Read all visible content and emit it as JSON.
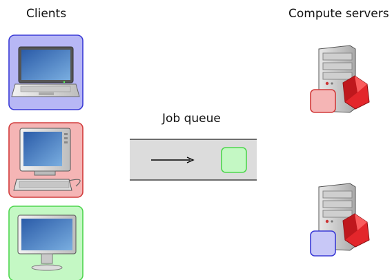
{
  "headings": {
    "clients": "Clients",
    "servers": "Compute servers",
    "queue": "Job queue"
  },
  "clients": [
    {
      "name": "client-laptop",
      "icon": "laptop-icon",
      "color": "#b7b7f5",
      "border": "#3b3bd6"
    },
    {
      "name": "client-desktop",
      "icon": "desktop-computer-icon",
      "color": "#f5b5b5",
      "border": "#d23b3b"
    },
    {
      "name": "client-monitor",
      "icon": "monitor-icon",
      "color": "#c4f8c4",
      "border": "#4fd64f"
    }
  ],
  "queue_job": {
    "color": "#c4f8c4",
    "border": "#4fd64f"
  },
  "servers": [
    {
      "name": "server-1",
      "icon": "server-tower-icon",
      "job_color": "#f5b5b5",
      "job_border": "#d23b3b"
    },
    {
      "name": "server-2",
      "icon": "server-tower-icon",
      "job_color": "#c8c8f7",
      "job_border": "#3b3bd6"
    }
  ]
}
